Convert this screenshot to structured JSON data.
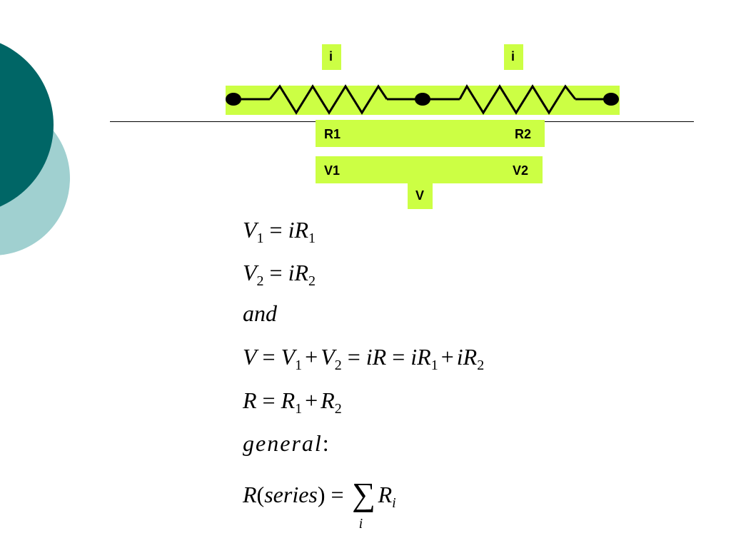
{
  "colors": {
    "highlight": "#ccff44",
    "teal_dark": "#006666",
    "teal_light": "#a0d0d0"
  },
  "labels": {
    "current_1": "i",
    "current_2": "i",
    "resistor_1": "R1",
    "resistor_2": "R2",
    "voltage_1": "V1",
    "voltage_2": "V2",
    "voltage_total": "V"
  },
  "equations": {
    "line1": {
      "lhs": "V",
      "lhs_sub": "1",
      "op": "=",
      "rhs": "iR",
      "rhs_sub": "1"
    },
    "line2": {
      "lhs": "V",
      "lhs_sub": "2",
      "op": "=",
      "rhs": "iR",
      "rhs_sub": "2"
    },
    "line3": "and",
    "line4": {
      "t1": "V",
      "eq1": "=",
      "t2": "V",
      "t2_sub": "1",
      "plus1": "+",
      "t3": "V",
      "t3_sub": "2",
      "eq2": "=",
      "t4": "iR",
      "eq3": "=",
      "t5": "iR",
      "t5_sub": "1",
      "plus2": "+",
      "t6": "iR",
      "t6_sub": "2"
    },
    "line5": {
      "t1": "R",
      "eq": "=",
      "t2": "R",
      "t2_sub": "1",
      "plus": "+",
      "t3": "R",
      "t3_sub": "2"
    },
    "line6": {
      "word": "general",
      "colon": ":"
    },
    "line7": {
      "lhs": "R",
      "paren_open": "(",
      "arg": "series",
      "paren_close": ")",
      "eq": "=",
      "sum": "∑",
      "sum_index": "i",
      "rhs": "R",
      "rhs_sub": "i"
    }
  }
}
